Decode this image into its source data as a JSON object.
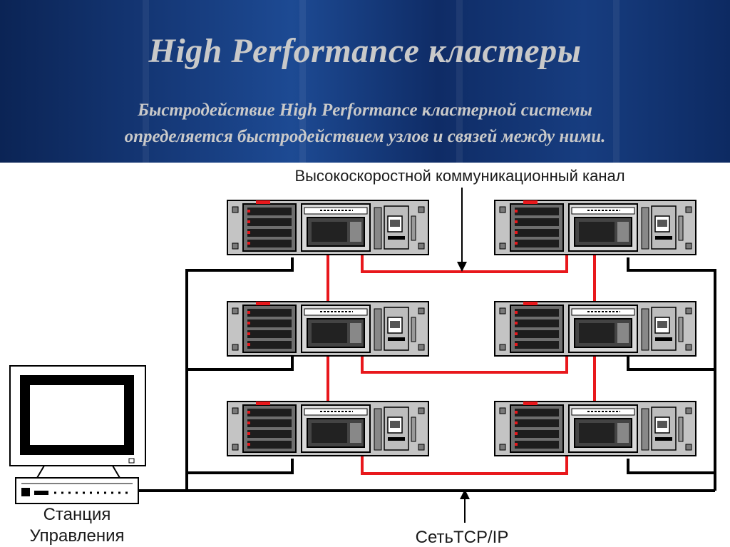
{
  "header": {
    "title": "High Performance кластеры",
    "subtitle_line1": "Быстродействие High Performance кластерной системы",
    "subtitle_line2": "определяется быстродействием узлов и связей между ними."
  },
  "diagram": {
    "channel_label": "Высокоскоростной коммуникационный канал",
    "network_label": "СетьTCP/IP",
    "station_label_line1": "Станция",
    "station_label_line2": "Управления",
    "colors": {
      "high_speed_link": "#e8181c",
      "network_link": "#000000",
      "header_bg": "#143a7a"
    }
  }
}
